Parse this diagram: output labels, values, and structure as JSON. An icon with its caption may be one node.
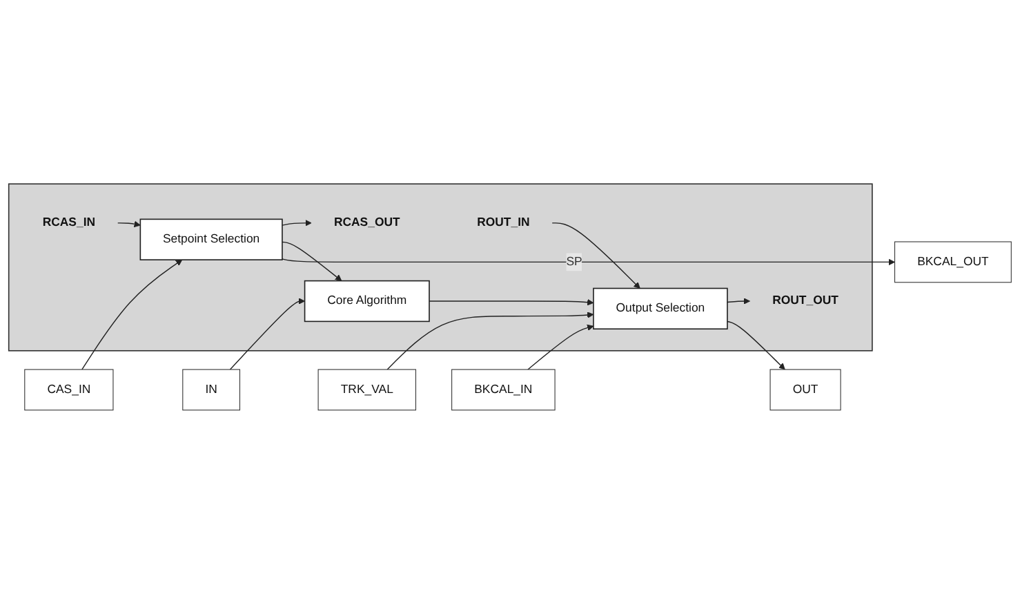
{
  "diagram": {
    "nodes": [
      {
        "text": [],
        "shape": "box"
      },
      {
        "text": [
          "CAS_IN"
        ]
      },
      {
        "text": [
          "IN"
        ]
      },
      {
        "text": [
          "BKCAL_IN"
        ]
      },
      {
        "text": [
          "TRK_VAL"
        ]
      },
      {
        "text": [
          "Setpoint Selection"
        ],
        "in": 0
      },
      {
        "text": [
          "RCAS_IN"
        ],
        "in": 0
      },
      {
        "text": [
          "Core Algorithm"
        ],
        "in": 0
      },
      {
        "text": [
          "ROUT_IN"
        ],
        "in": 0
      },
      {
        "text": [
          "Output Selection"
        ],
        "in": 0
      },
      {
        "text": [
          "RCAS_OUT"
        ],
        "in": 0
      },
      {
        "text": [
          "ROUT_OUT"
        ],
        "in": 0
      },
      {
        "text": [
          "BKCAL_OUT"
        ]
      },
      {
        "text": [
          "OUT"
        ]
      }
    ],
    "edges": [
      {
        "from": 1,
        "to": 5,
        "arrow": "to"
      },
      {
        "from": 6,
        "to": 5,
        "arrow": "to"
      },
      {
        "from": 5,
        "to": 12,
        "arrow": "to",
        "label": "SP"
      },
      {
        "from": 5,
        "to": 7,
        "arrow": "to"
      },
      {
        "from": 5,
        "to": 10,
        "arrow": "to"
      },
      {
        "from": 2,
        "to": 7,
        "arrow": "to"
      },
      {
        "from": 7,
        "to": 9,
        "arrow": "to"
      },
      {
        "from": 8,
        "to": 9,
        "arrow": "to"
      },
      {
        "from": 3,
        "to": 9,
        "arrow": "to"
      },
      {
        "from": 4,
        "to": 9,
        "arrow": "to"
      },
      {
        "from": 9,
        "to": 13,
        "arrow": "to"
      },
      {
        "from": 9,
        "to": 11,
        "arrow": "to"
      }
    ]
  }
}
